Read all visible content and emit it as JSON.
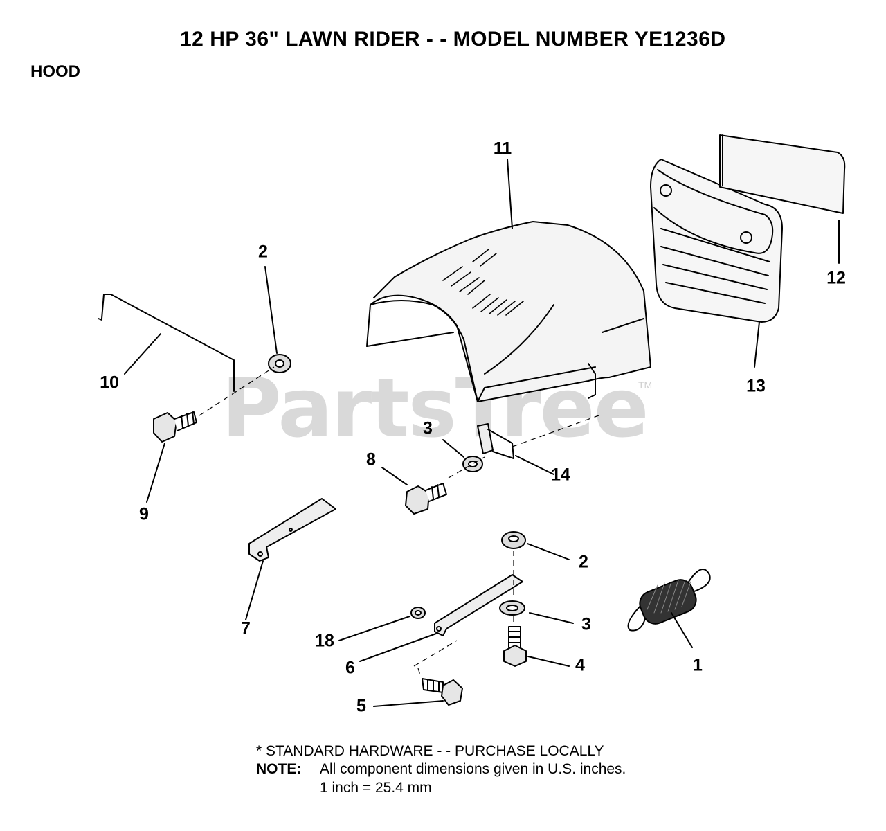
{
  "header": {
    "title": "12 HP 36\" LAWN RIDER - - MODEL NUMBER YE1236D",
    "section": "HOOD"
  },
  "watermark": {
    "text": "PartsTree",
    "tm": "TM"
  },
  "callouts": {
    "c1": "1",
    "c2a": "2",
    "c2b": "2",
    "c3a": "3",
    "c3b": "3",
    "c4": "4",
    "c5": "5",
    "c6": "6",
    "c7": "7",
    "c8": "8",
    "c9": "9",
    "c10": "10",
    "c11": "11",
    "c12": "12",
    "c13": "13",
    "c14": "14",
    "c18": "18"
  },
  "footnotes": {
    "standard_hardware": "* STANDARD HARDWARE - - PURCHASE LOCALLY",
    "note_label": "NOTE:",
    "note_text": "All component dimensions given in U.S. inches.",
    "conversion": "1 inch = 25.4 mm"
  }
}
